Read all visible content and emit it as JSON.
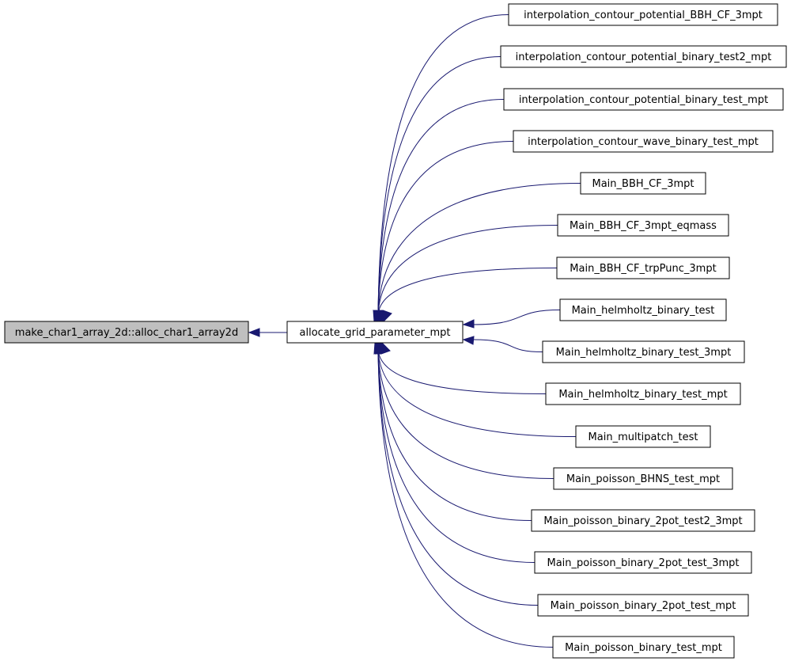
{
  "colors": {
    "edge": "#191970",
    "root_fill": "#bfbfbf",
    "node_fill": "#ffffff",
    "node_border": "#000000"
  },
  "root": {
    "label": "make_char1_array_2d::alloc_char1_array2d"
  },
  "middle": {
    "label": "allocate_grid_parameter_mpt"
  },
  "callers": [
    {
      "label": "interpolation_contour_potential_BBH_CF_3mpt"
    },
    {
      "label": "interpolation_contour_potential_binary_test2_mpt"
    },
    {
      "label": "interpolation_contour_potential_binary_test_mpt"
    },
    {
      "label": "interpolation_contour_wave_binary_test_mpt"
    },
    {
      "label": "Main_BBH_CF_3mpt"
    },
    {
      "label": "Main_BBH_CF_3mpt_eqmass"
    },
    {
      "label": "Main_BBH_CF_trpPunc_3mpt"
    },
    {
      "label": "Main_helmholtz_binary_test"
    },
    {
      "label": "Main_helmholtz_binary_test_3mpt"
    },
    {
      "label": "Main_helmholtz_binary_test_mpt"
    },
    {
      "label": "Main_multipatch_test"
    },
    {
      "label": "Main_poisson_BHNS_test_mpt"
    },
    {
      "label": "Main_poisson_binary_2pot_test2_3mpt"
    },
    {
      "label": "Main_poisson_binary_2pot_test_3mpt"
    },
    {
      "label": "Main_poisson_binary_2pot_test_mpt"
    },
    {
      "label": "Main_poisson_binary_test_mpt"
    }
  ]
}
